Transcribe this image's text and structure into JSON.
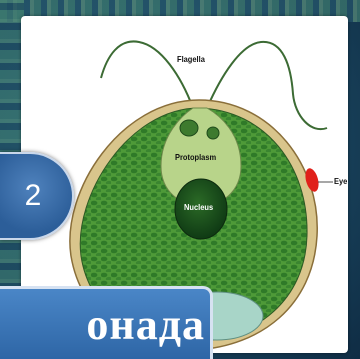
{
  "diagram": {
    "labels": {
      "flagella": "Flagella",
      "protoplasm": "Protoplasm",
      "eye_spot": "Eye Spot",
      "nucleus": "Nucleus"
    }
  },
  "slide": {
    "number": "2",
    "title": "онада"
  },
  "colors": {
    "cell_wall": "#d9c58c",
    "cytoplasm": "#4f9a3a",
    "chloroplast": "#2f7a2a",
    "eye_spot": "#e0201a",
    "badge": "#3a6fae",
    "banner": "#3b78bb"
  }
}
